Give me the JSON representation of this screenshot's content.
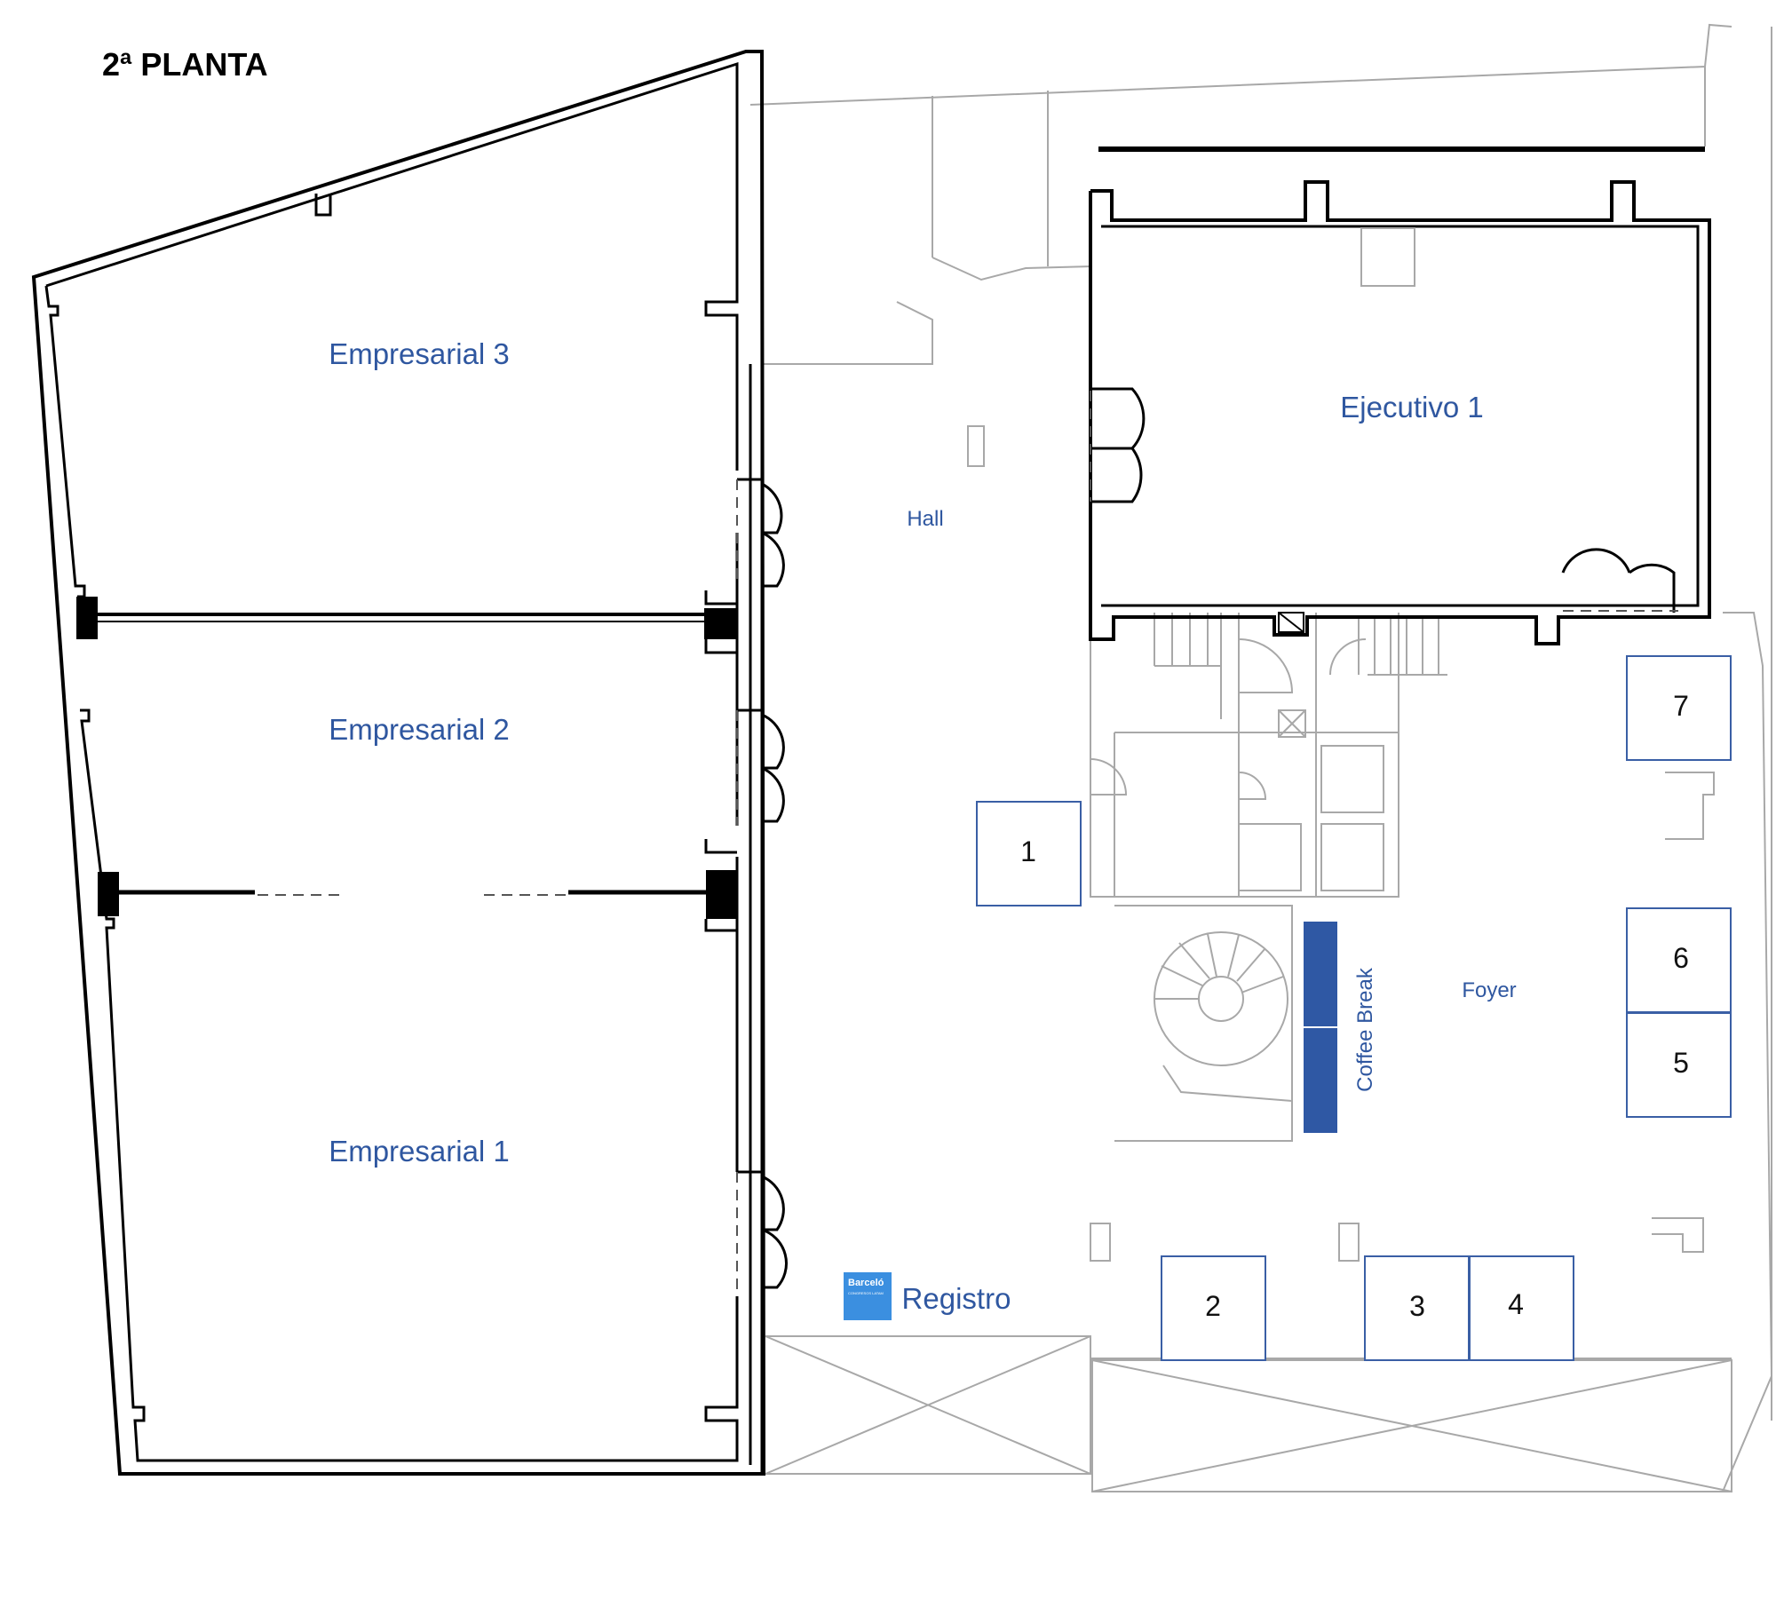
{
  "title": "2ª PLANTA",
  "rooms": {
    "empresarial_3": "Empresarial 3",
    "empresarial_2": "Empresarial 2",
    "empresarial_1": "Empresarial 1",
    "ejecutivo_1": "Ejecutivo 1",
    "hall": "Hall",
    "foyer": "Foyer",
    "coffee_break": "Coffee Break",
    "registro": "Registro"
  },
  "booths": [
    "1",
    "2",
    "3",
    "4",
    "5",
    "6",
    "7"
  ],
  "logo": {
    "brand": "Barceló",
    "sub": "CONGRESOS LATAM"
  },
  "colors": {
    "label_blue": "#2f57a0",
    "coffee_blue": "#2f58a4",
    "logo_blue": "#3b8fe0"
  }
}
